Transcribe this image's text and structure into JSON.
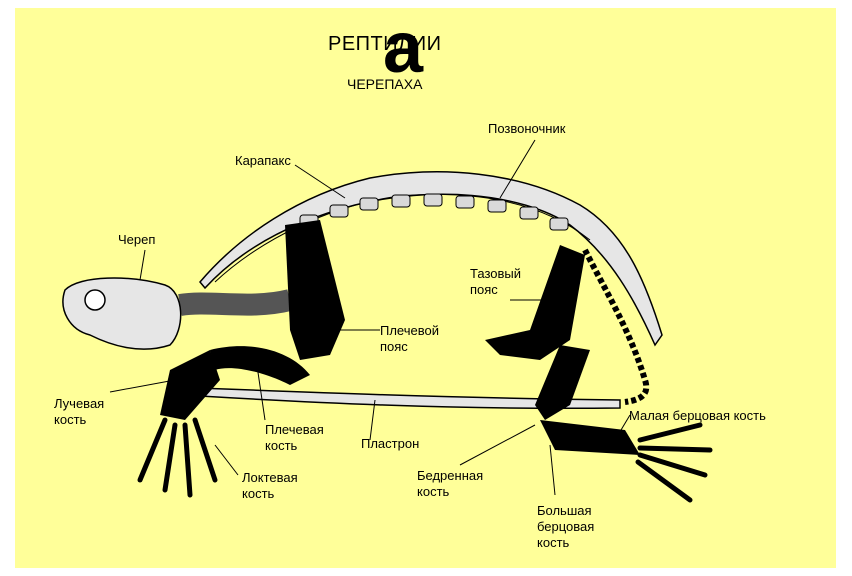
{
  "slide": {
    "title": "РЕПТИЛИИ",
    "subtitle": "ЧЕРЕПАХА",
    "overlay_letter": "а"
  },
  "colors": {
    "background": "#ffff99",
    "bone_dark": "#000000",
    "carapace": "#e6e6e6",
    "vertebra": "#d9d9d9"
  },
  "labels": {
    "spine": "Позвоночник",
    "carapace": "Карапакс",
    "skull": "Череп",
    "pelvic_1": "Тазовый",
    "pelvic_2": "пояс",
    "shoulder_1": "Плечевой",
    "shoulder_2": "пояс",
    "radius_1": "Лучевая",
    "radius_2": "кость",
    "humerus_1": "Плечевая",
    "humerus_2": "кость",
    "plastron": "Пластрон",
    "fibula": "Малая берцовая кость",
    "ulna_1": "Локтевая",
    "ulna_2": "кость",
    "femur_1": "Бедренная",
    "femur_2": "кость",
    "tibia_1": "Большая",
    "tibia_2": "берцовая",
    "tibia_3": "кость"
  }
}
